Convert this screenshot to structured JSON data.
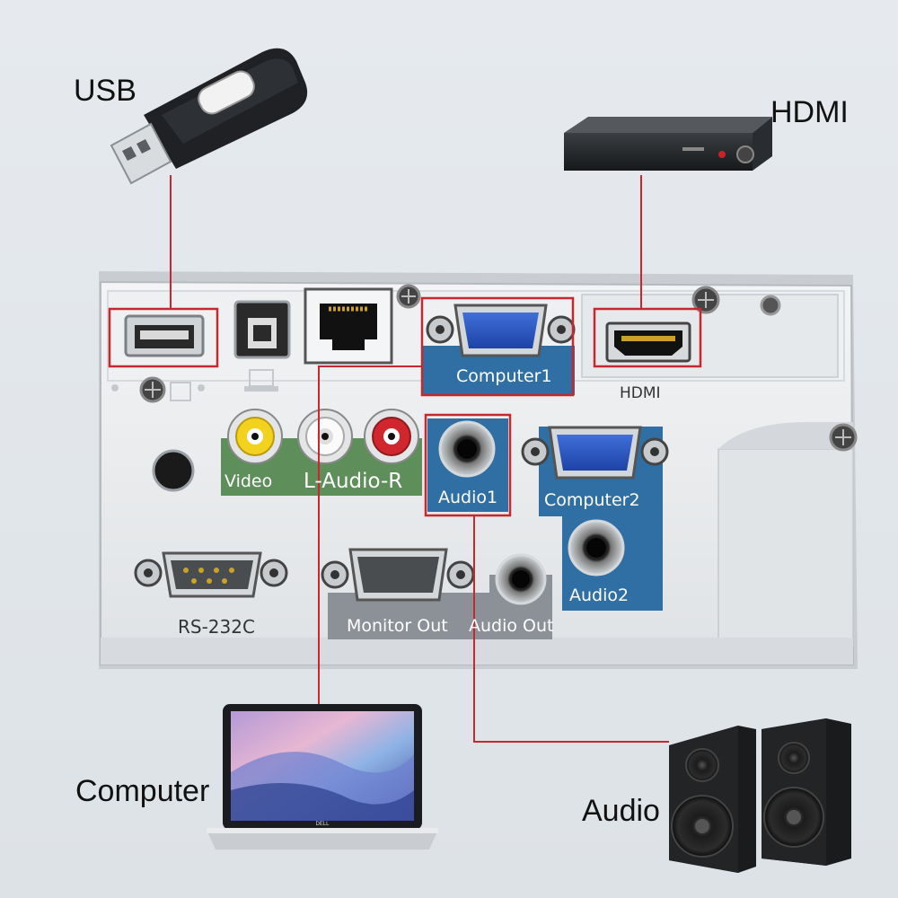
{
  "devices": {
    "usb": {
      "label": "USB",
      "icon": "usb-stick-icon"
    },
    "hdmi": {
      "label": "HDMI",
      "icon": "hdmi-player-icon"
    },
    "computer": {
      "label": "Computer",
      "icon": "laptop-icon"
    },
    "audio": {
      "label": "Audio",
      "icon": "speakers-icon"
    }
  },
  "panel": {
    "ports": {
      "usb_a": {
        "icon": "usb-a-port-icon"
      },
      "usb_b": {
        "icon": "usb-b-port-icon"
      },
      "lan": {
        "icon": "rj45-port-icon"
      },
      "computer1": {
        "label": "Computer1",
        "icon": "vga-port-icon"
      },
      "hdmi": {
        "label": "HDMI",
        "icon": "hdmi-port-icon"
      },
      "video": {
        "label": "Video",
        "icon": "rca-yellow-icon"
      },
      "audio_lr": {
        "label": "L-Audio-R",
        "icon": "rca-white-red-icon"
      },
      "audio1": {
        "label": "Audio1",
        "icon": "audio-jack-icon"
      },
      "computer2": {
        "label": "Computer2",
        "icon": "vga-port-icon"
      },
      "audio2": {
        "label": "Audio2",
        "icon": "audio-jack-icon"
      },
      "rs232c": {
        "label": "RS-232C",
        "icon": "db9-port-icon"
      },
      "monitor_out": {
        "label": "Monitor Out",
        "icon": "vga-port-icon"
      },
      "audio_out": {
        "label": "Audio Out",
        "icon": "audio-jack-icon"
      }
    }
  },
  "colors": {
    "connector_line": "#c7272d",
    "blue_zone": "#2f6fa3",
    "green_zone": "#5e8f5a",
    "gray_zone": "#8c9197",
    "panel": "#eceef0"
  }
}
